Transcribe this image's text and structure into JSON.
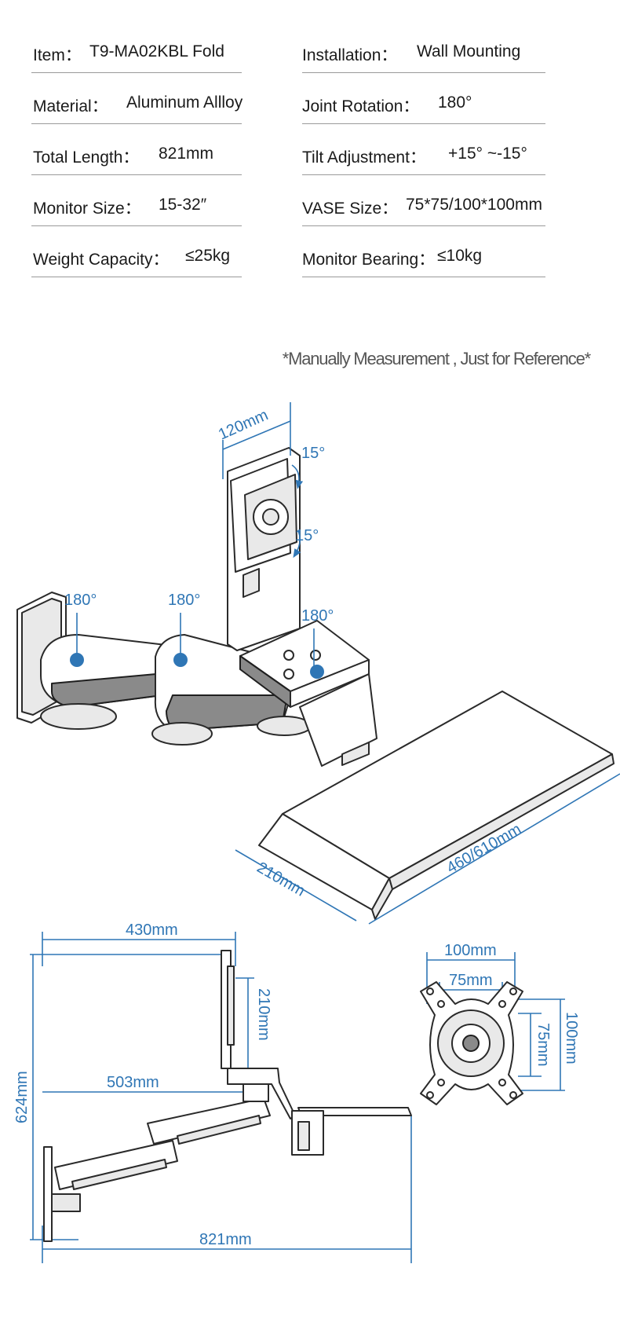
{
  "specs": {
    "left": [
      {
        "label": "Item：",
        "value": "T9-MA02KBL Fold"
      },
      {
        "label": "Material：",
        "value": "Aluminum Allloy"
      },
      {
        "label": "Total Length：",
        "value": "821mm"
      },
      {
        "label": "Monitor Size：",
        "value": "15-32″"
      },
      {
        "label": "Weight Capacity：",
        "value": "≤25kg"
      }
    ],
    "right": [
      {
        "label": "Installation：",
        "value": "Wall Mounting"
      },
      {
        "label": "Joint Rotation：",
        "value": "180°"
      },
      {
        "label": "Tilt Adjustment：",
        "value": "+15° ~-15°"
      },
      {
        "label": "VASE Size：",
        "value": "75*75/100*100mm"
      },
      {
        "label": "Monitor Bearing：",
        "value": "≤10kg"
      }
    ]
  },
  "note": "*Manually Measurement , Just for Reference*",
  "iso_labels": {
    "plate_width": "120mm",
    "tilt_up": "15°",
    "tilt_down": "15°",
    "joint1": "180°",
    "joint2": "180°",
    "joint3": "180°",
    "tray_depth": "210mm",
    "tray_width": "460/610mm"
  },
  "side_labels": {
    "top_width": "430mm",
    "plate_height": "210mm",
    "height": "624mm",
    "arm_reach": "503mm",
    "total_length": "821mm"
  },
  "vesa_labels": {
    "outer_width": "100mm",
    "inner_width": "75mm",
    "inner_height": "75mm",
    "outer_height": "100mm"
  },
  "colors": {
    "accent": "#2f76b5",
    "text": "#1a1a1a",
    "rule": "#9a9a9a"
  }
}
